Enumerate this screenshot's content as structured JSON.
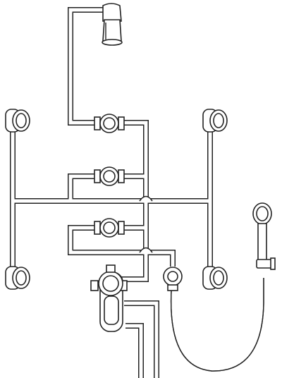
{
  "diagram": {
    "type": "shower-system-plumbing-schematic",
    "components": [
      {
        "id": "shower-head",
        "icon": "shower-head-icon"
      },
      {
        "id": "body-jet-upper-left",
        "icon": "body-jet-icon"
      },
      {
        "id": "body-jet-upper-right",
        "icon": "body-jet-icon"
      },
      {
        "id": "body-jet-lower-left",
        "icon": "body-jet-icon"
      },
      {
        "id": "body-jet-lower-right",
        "icon": "body-jet-icon"
      },
      {
        "id": "volume-control-top",
        "icon": "valve-icon"
      },
      {
        "id": "volume-control-middle",
        "icon": "valve-icon"
      },
      {
        "id": "volume-control-lower",
        "icon": "valve-icon"
      },
      {
        "id": "thermostatic-mixing-valve",
        "icon": "mixing-valve-icon"
      },
      {
        "id": "wall-supply-elbow",
        "icon": "elbow-icon"
      },
      {
        "id": "hand-shower",
        "icon": "hand-shower-icon"
      },
      {
        "id": "slide-bar-holder",
        "icon": "holder-icon"
      },
      {
        "id": "flexible-hose",
        "icon": "hose-icon"
      }
    ],
    "colors": {
      "stroke": "#222222",
      "fill": "#ffffff"
    }
  }
}
